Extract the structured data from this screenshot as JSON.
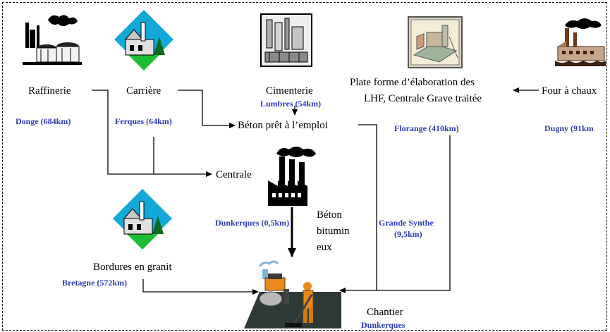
{
  "nodes": {
    "raffinerie": {
      "label": "Raffinerie",
      "location": "Donge (684km)"
    },
    "carriere": {
      "label": "Carrière",
      "location": "Ferques (64km)"
    },
    "cimenterie": {
      "label": "Cimenterie",
      "location": "Lumbres (54km)"
    },
    "plateforme": {
      "label_line1": "Plate forme d’élaboration des",
      "label_line2": "LHF, Centrale Grave traitée",
      "location": "Florange (410km)"
    },
    "four": {
      "label": "Four à chaux",
      "location": "Dugny  (91km"
    },
    "beton_pret": {
      "label": "Béton prêt à l’emploi"
    },
    "centrale": {
      "label": "Centrale",
      "location": "Dunkerques (0,5km)"
    },
    "beton_bitumineux": {
      "line1": "Béton",
      "line2": "bitumin",
      "line3": "eux"
    },
    "grande_synthe": {
      "line1": "Grande Synthe",
      "line2": "(9,5km)"
    },
    "bordures": {
      "label": "Bordures en granit",
      "location": "Bretagne (572km)"
    },
    "chantier": {
      "label": "Chantier",
      "location": "Dunkerques"
    }
  },
  "colors": {
    "location_text": "#2f3bb8",
    "factory": "#000000",
    "quarry_blue": "#12a8d8",
    "quarry_green": "#1ebd32"
  },
  "icons": [
    "refinery-icon",
    "quarry-icon",
    "cement-plant-icon",
    "plant-platform-icon",
    "lime-kiln-icon",
    "factory-icon",
    "paving-worker-icon"
  ]
}
